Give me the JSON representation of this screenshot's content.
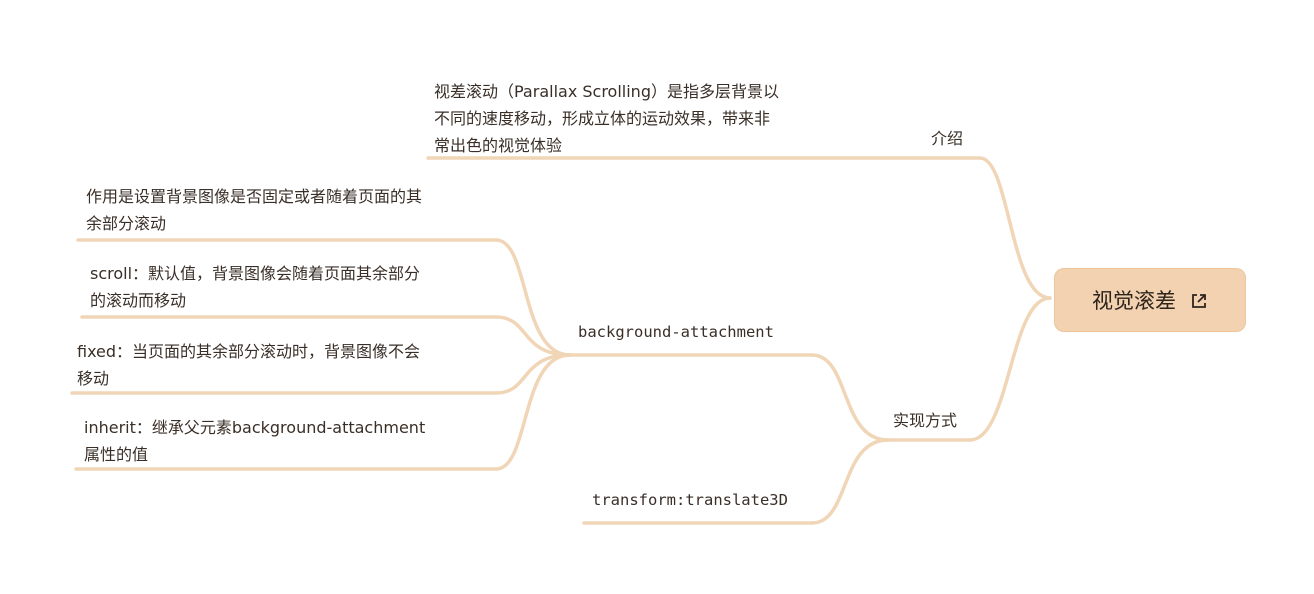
{
  "root": {
    "label": "视觉滚差",
    "link_icon": "external-link-icon"
  },
  "branches": {
    "intro": {
      "label": "介绍",
      "detail": "视差滚动（Parallax Scrolling）是指多层背景以\n不同的速度移动，形成立体的运动效果，带来非\n常出色的视觉体验"
    },
    "impl": {
      "label": "实现方式",
      "bg_attachment": {
        "label": "background-attachment",
        "children": [
          "作用是设置背景图像是否固定或者随着页面的其\n余部分滚动",
          "scroll：默认值，背景图像会随着页面其余部分\n的滚动而移动",
          "fixed：当页面的其余部分滚动时，背景图像不会\n移动",
          "inherit：继承父元素background-attachment\n属性的值"
        ]
      },
      "transform": {
        "label": "transform:translate3D"
      }
    }
  },
  "colors": {
    "link": "#f0d5b6",
    "root_fill": "#f2d2b0"
  }
}
